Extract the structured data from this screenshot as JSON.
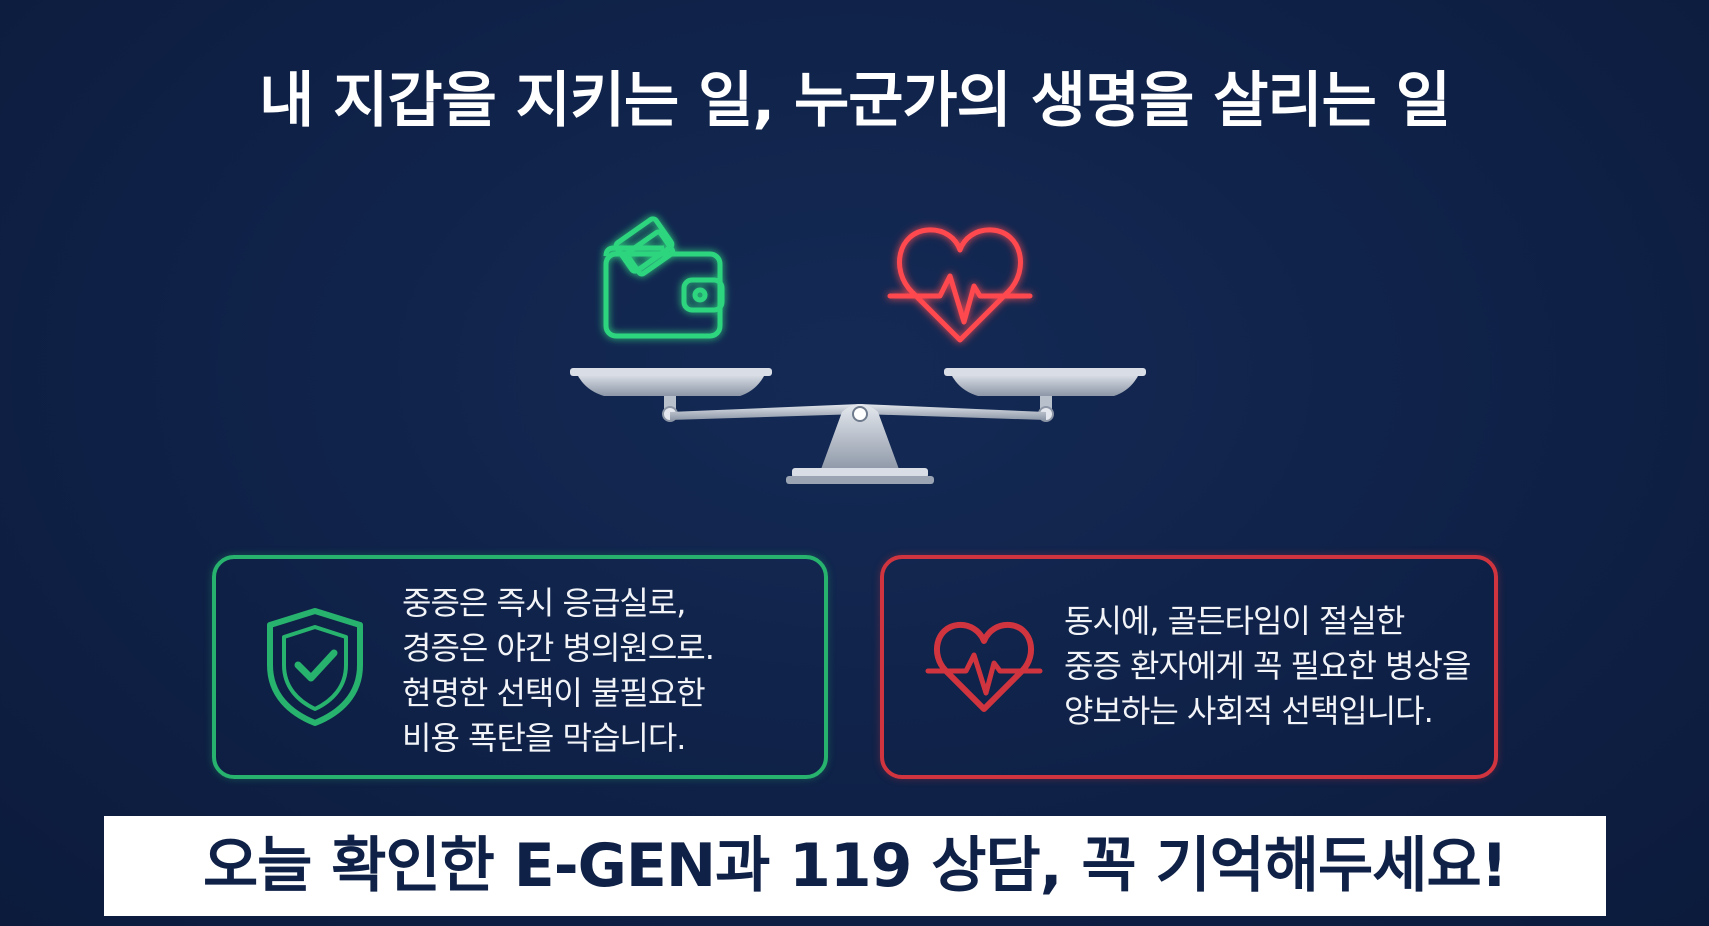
{
  "headline": "내 지갑을 지키는 일, 누군가의 생명을 살리는 일",
  "icons": {
    "wallet": "wallet-icon",
    "heart_pulse": "heart-pulse-icon",
    "scale": "balance-scale-icon",
    "shield_check": "shield-check-icon"
  },
  "left_card": {
    "lines": [
      "중증은 즉시 응급실로,",
      "경증은 야간 병의원으로.",
      "현명한 선택이 불필요한",
      "비용 폭탄을 막습니다."
    ]
  },
  "right_card": {
    "lines": [
      "동시에, 골든타임이 절실한",
      "중증 환자에게 꼭 필요한 병상을",
      "양보하는 사회적 선택입니다."
    ]
  },
  "banner": {
    "text": "오늘 확인한 E-GEN과 119 상담, 꼭 기억해두세요!"
  },
  "colors": {
    "background": "#0f2147",
    "green_accent": "#27b36e",
    "red_accent": "#d0353f",
    "banner_background": "#ffffff",
    "banner_text": "#0f2147"
  }
}
